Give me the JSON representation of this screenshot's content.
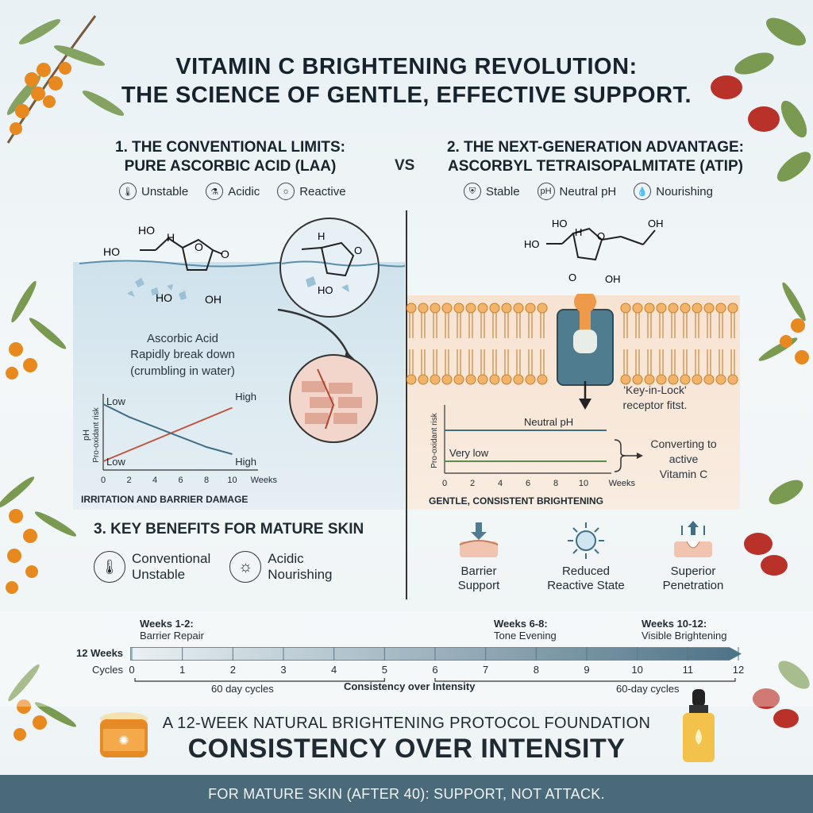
{
  "title": {
    "line1": "VITAMIN C BRIGHTENING REVOLUTION:",
    "line2": "THE SCIENCE OF GENTLE, EFFECTIVE SUPPORT."
  },
  "left": {
    "heading1": "1. THE CONVENTIONAL LIMITS:",
    "heading2": "PURE ASCORBIC ACID (LAA)",
    "badges": [
      {
        "icon": "thermometer-icon",
        "label": "Unstable"
      },
      {
        "icon": "flask-icon",
        "label": "Acidic"
      },
      {
        "icon": "sun-icon",
        "label": "Reactive"
      }
    ],
    "molecule": {
      "ho1": "HO",
      "ho2": "HO",
      "h": "H",
      "o": "O",
      "o2": "O",
      "ho3": "HO",
      "oh": "OH"
    },
    "zoom": {
      "h": "H",
      "o": "O",
      "ho": "HO"
    },
    "caption": [
      "Ascorbic Acid",
      "Rapidly break down",
      "(crumbling in water)"
    ],
    "chart_caption": "IRRITATION AND BARRIER DAMAGE"
  },
  "vs": "VS",
  "right": {
    "heading1": "2. THE NEXT-GENERATION ADVANTAGE:",
    "heading2": "ASCORBYL TETRAISOPALMITATE (ATIP)",
    "badges": [
      {
        "icon": "shield-icon",
        "label": "Stable"
      },
      {
        "icon": "ph-icon",
        "label": "Neutral pH",
        "glyph": "pH"
      },
      {
        "icon": "droplet-icon",
        "label": "Nourishing"
      }
    ],
    "molecule": {
      "ho1": "HO",
      "ho2": "HO",
      "h": "H",
      "o": "O",
      "o2": "O",
      "oh": "OH",
      "oh2": "OH"
    },
    "receptor_caption": [
      "'Key-in-Lock'",
      "receptor fitst."
    ],
    "chart_caption": "GENTLE, CONSISTENT BRIGHTENING",
    "converting": [
      "Converting to",
      "active",
      "Vitamin C"
    ]
  },
  "benefits": {
    "heading": "3. KEY BENEFITS FOR MATURE SKIN",
    "items": [
      {
        "icon": "thermometer-icon",
        "line1": "Conventional",
        "line2": "Unstable"
      },
      {
        "icon": "sun-icon",
        "line1": "Acidic",
        "line2": "Nourishing"
      }
    ],
    "right_items": [
      {
        "icon": "barrier-icon",
        "line1": "Barrier",
        "line2": "Support"
      },
      {
        "icon": "sun-icon",
        "line1": "Reduced",
        "line2": "Reactive State"
      },
      {
        "icon": "penetration-icon",
        "line1": "Superior",
        "line2": "Penetration"
      }
    ]
  },
  "timeline": {
    "row_label_1": "12 Weeks",
    "row_label_2": "Cycles",
    "ticks": [
      "0",
      "1",
      "2",
      "3",
      "4",
      "5",
      "6",
      "7",
      "8",
      "9",
      "10",
      "11",
      "12"
    ],
    "phases": [
      {
        "title": "Weeks 1-2:",
        "desc": "Barrier Repair"
      },
      {
        "title": "Weeks 6-8:",
        "desc": "Tone Evening"
      },
      {
        "title": "Weeks 10-12:",
        "desc": "Visible Brightening"
      }
    ],
    "brace_left": "60 day cycles",
    "center_note": "Consistency over Intensity",
    "brace_right": "60-day cycles"
  },
  "footer": {
    "subtitle": "A 12-WEEK NATURAL BRIGHTENING PROTOCOL FOUNDATION",
    "headline": "CONSISTENCY OVER INTENSITY",
    "band": "FOR MATURE SKIN (AFTER 40): SUPPORT, NOT ATTACK."
  },
  "colors": {
    "accent_red": "#c0553f",
    "accent_blue": "#3f6f86",
    "accent_green": "#5e8a4a",
    "band": "#4a6a7a"
  },
  "chart_data": [
    {
      "type": "line",
      "xlabel": "Weeks",
      "ylabel": "pH",
      "ylabel2": "Pro-oxidant risk",
      "x": [
        0,
        2,
        4,
        6,
        8,
        10
      ],
      "x_ticks": [
        "0",
        "2",
        "4",
        "6",
        "8",
        "10"
      ],
      "xlim": [
        0,
        12
      ],
      "labels": {
        "top_left": "Low",
        "top_right": "High",
        "bottom_left": "Low",
        "bottom_right": "High"
      },
      "series": [
        {
          "color": "#c0553f",
          "values": [
            0.1,
            0.25,
            0.4,
            0.55,
            0.7,
            0.85
          ]
        },
        {
          "color": "#3f6f86",
          "values": [
            0.9,
            0.72,
            0.58,
            0.44,
            0.3,
            0.2
          ]
        }
      ],
      "ylim": [
        0,
        1
      ]
    },
    {
      "type": "line",
      "xlabel": "Weeks",
      "ylabel": "Pro-oxidant risk",
      "x": [
        0,
        2,
        4,
        6,
        8,
        10
      ],
      "x_ticks": [
        "0",
        "2",
        "4",
        "6",
        "8",
        "10"
      ],
      "xlim": [
        0,
        12
      ],
      "labels": {
        "upper": "Neutral pH",
        "lower": "Very low"
      },
      "series": [
        {
          "color": "#3f6f86",
          "values": [
            0.8,
            0.8,
            0.8,
            0.8,
            0.8,
            0.8
          ]
        },
        {
          "color": "#5e8a4a",
          "values": [
            0.15,
            0.15,
            0.15,
            0.15,
            0.15,
            0.15
          ]
        }
      ],
      "ylim": [
        0,
        1
      ]
    }
  ]
}
